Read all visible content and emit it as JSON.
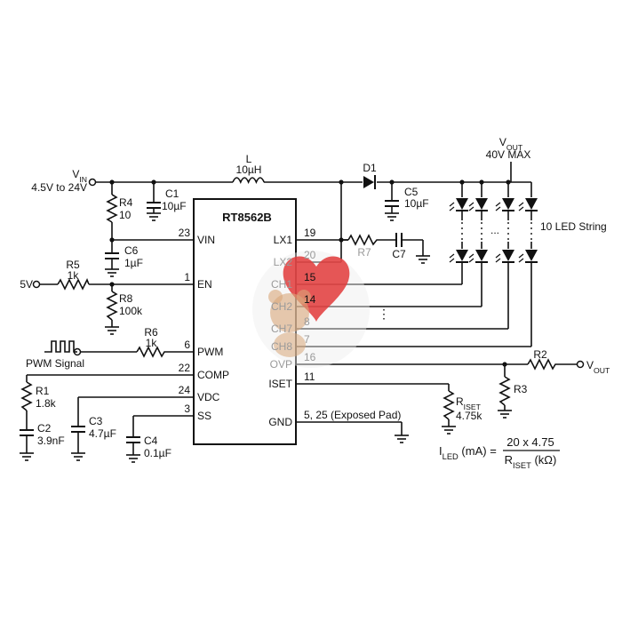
{
  "ic": {
    "name": "RT8562B",
    "pins": {
      "vin": {
        "label": "VIN",
        "num": "23"
      },
      "en": {
        "label": "EN",
        "num": "1"
      },
      "pwm": {
        "label": "PWM",
        "num": "6"
      },
      "comp": {
        "label": "COMP",
        "num": "22"
      },
      "vdc": {
        "label": "VDC",
        "num": "24"
      },
      "ss": {
        "label": "SS",
        "num": "3"
      },
      "lx1": {
        "label": "LX1",
        "num": "19"
      },
      "lx2": {
        "label": "LX2",
        "num": "20"
      },
      "ch1": {
        "label": "CH1",
        "num": "15"
      },
      "ch2": {
        "label": "CH2",
        "num": "14"
      },
      "ch7": {
        "label": "CH7",
        "num": "8"
      },
      "ch8": {
        "label": "CH8",
        "num": "7"
      },
      "ovp": {
        "label": "OVP",
        "num": "16"
      },
      "iset": {
        "label": "ISET",
        "num": "11"
      },
      "gnd": {
        "label": "GND",
        "num": "5, 25 (Exposed Pad)"
      }
    }
  },
  "supply": {
    "vin_main": "V",
    "vin_sub": "IN",
    "vin_range": "4.5V to 24V",
    "vout_main": "V",
    "vout_sub": "OUT",
    "vout_max": "40V MAX",
    "en_supply": "5V",
    "pwm_signal": "PWM Signal"
  },
  "components": {
    "inductor": {
      "name": "L",
      "value": "10µH"
    },
    "diode": {
      "name": "D1"
    },
    "c1": {
      "name": "C1",
      "value": "10µF"
    },
    "c2": {
      "name": "C2",
      "value": "3.9nF"
    },
    "c3": {
      "name": "C3",
      "value": "4.7µF"
    },
    "c4": {
      "name": "C4",
      "value": "0.1µF"
    },
    "c5": {
      "name": "C5",
      "value": "10µF"
    },
    "c6": {
      "name": "C6",
      "value": "1µF"
    },
    "c7": {
      "name": "C7"
    },
    "r1": {
      "name": "R1",
      "value": "1.8k"
    },
    "r2": {
      "name": "R2"
    },
    "r3": {
      "name": "R3"
    },
    "r4": {
      "name": "R4",
      "value": "10"
    },
    "r5": {
      "name": "R5",
      "value": "1k"
    },
    "r6": {
      "name": "R6",
      "value": "1k"
    },
    "r7": {
      "name": "R7"
    },
    "r8": {
      "name": "R8",
      "value": "100k"
    },
    "riset": {
      "name_main": "R",
      "name_sub": "ISET",
      "value": "4.75k"
    }
  },
  "led_string": {
    "label": "10 LED String",
    "ellipsis": "...",
    "vdots": "⋮"
  },
  "formula": {
    "lhs_main": "I",
    "lhs_sub": "LED",
    "lhs_unit": " (mA) =",
    "numerator": "20 x 4.75",
    "den_main": "R",
    "den_sub": "ISET",
    "den_unit": " (kΩ)"
  },
  "watermark": {
    "icon": "teddy-bear-heart-sticker"
  }
}
